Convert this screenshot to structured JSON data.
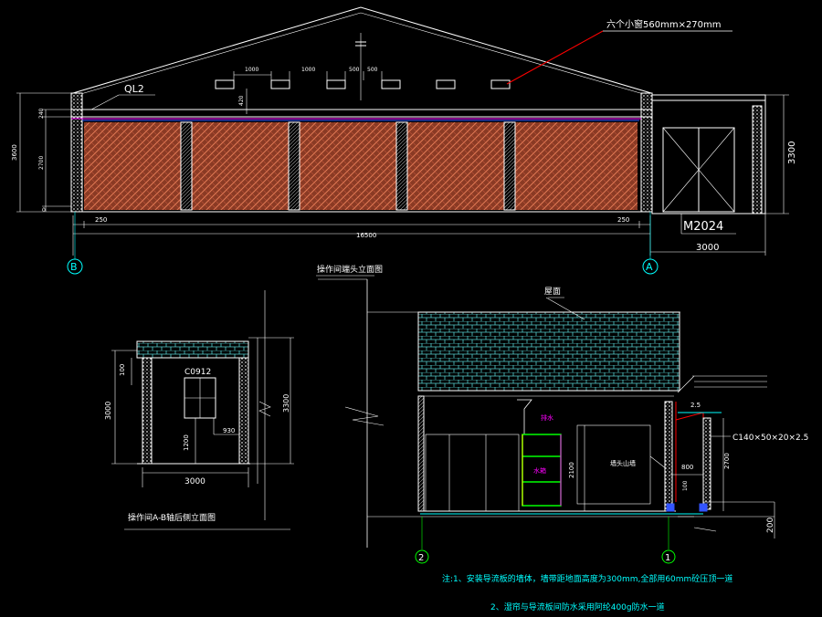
{
  "top_elevation": {
    "callout_windows": "六个小窗560mm×270mm",
    "beam_label": "QL2",
    "dim_top": [
      "1000",
      "1000",
      "500",
      "500"
    ],
    "dim_420": "420",
    "dim_left_total": "3600",
    "dim_left_240": "240",
    "dim_left_2700": "2700",
    "dim_left_small": "0",
    "dim_250_left": "250",
    "dim_250_right": "250",
    "dim_length": "16500",
    "dim_right_height": "3300",
    "door_label": "M2024",
    "dim_door_width": "3000",
    "axis_b": "B",
    "axis_a": "A",
    "caption": "操作间端头立面图"
  },
  "side_elevation": {
    "window_label": "C0912",
    "dim_100": "100",
    "dim_3000_h": "3000",
    "dim_3300": "3300",
    "dim_1200": "1200",
    "dim_930": "930",
    "dim_3000_w": "3000",
    "caption": "操作间A-B轴后侧立面图"
  },
  "section": {
    "roof_label": "屋面",
    "pipe_label": "排水",
    "box_label": "水箱",
    "wall_label": "墙头山墙",
    "dim_2100": "2100",
    "dim_800": "800",
    "dim_100": "100",
    "dim_2700": "2700",
    "dim_200": "200",
    "dim_2_5": "2.5",
    "beam_spec": "C140×50×20×2.5",
    "axis_2": "2",
    "axis_1": "1"
  },
  "notes": [
    "注:1、安装导流板的墙体，墙带距地面高度为300mm,全部用60mm砼压顶一道",
    "2、湿帘与导流板间防水采用阿纶400g防水一道"
  ],
  "colors": {
    "line": "#ffffff",
    "brick": "#c0553a",
    "magenta": "#ff00ff",
    "cyan": "#00ffff",
    "green": "#00ff00",
    "red": "#ff0000",
    "blue": "#3355ff",
    "yellow": "#ffff00",
    "hatch": "#55cccc"
  }
}
